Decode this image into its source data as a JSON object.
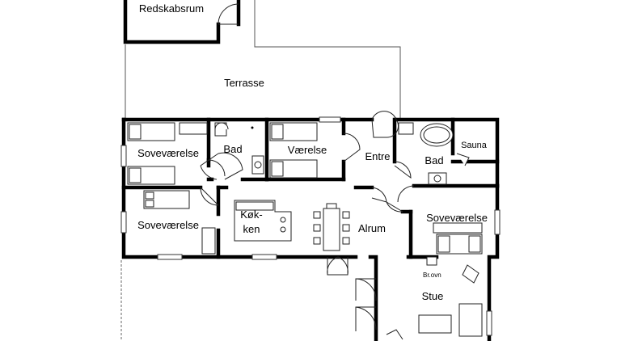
{
  "rooms": {
    "redskabsrum": "Redskabsrum",
    "terrasse": "Terrasse",
    "sovevaerelse_1": "Soveværelse",
    "bad_1": "Bad",
    "vaerelse": "Værelse",
    "entre": "Entre",
    "bad_2": "Bad",
    "sauna": "Sauna",
    "sovevaerelse_2": "Soveværelse",
    "kokken_1": "Køk-",
    "kokken_2": "ken",
    "alrum": "Alrum",
    "sovevaerelse_3": "Soveværelse",
    "braendeovn": "Br.ovn",
    "stue": "Stue"
  }
}
